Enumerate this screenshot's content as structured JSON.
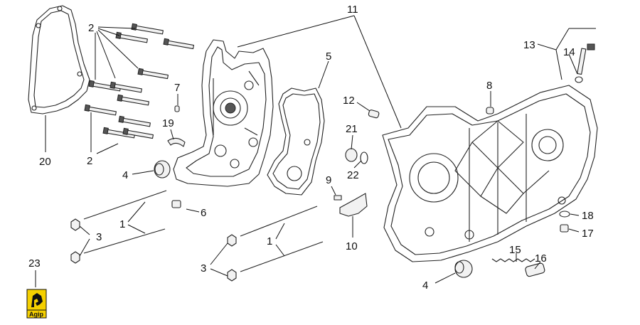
{
  "callouts": [
    "1",
    "2",
    "3",
    "4",
    "5",
    "6",
    "7",
    "8",
    "9",
    "10",
    "11",
    "12",
    "13",
    "14",
    "15",
    "16",
    "17",
    "18",
    "19",
    "20",
    "21",
    "22",
    "23"
  ],
  "logo": {
    "text": "Agip",
    "color_yellow": "#f5d000",
    "color_black": "#111111"
  },
  "colors": {
    "line": "#222222",
    "background": "#ffffff"
  }
}
